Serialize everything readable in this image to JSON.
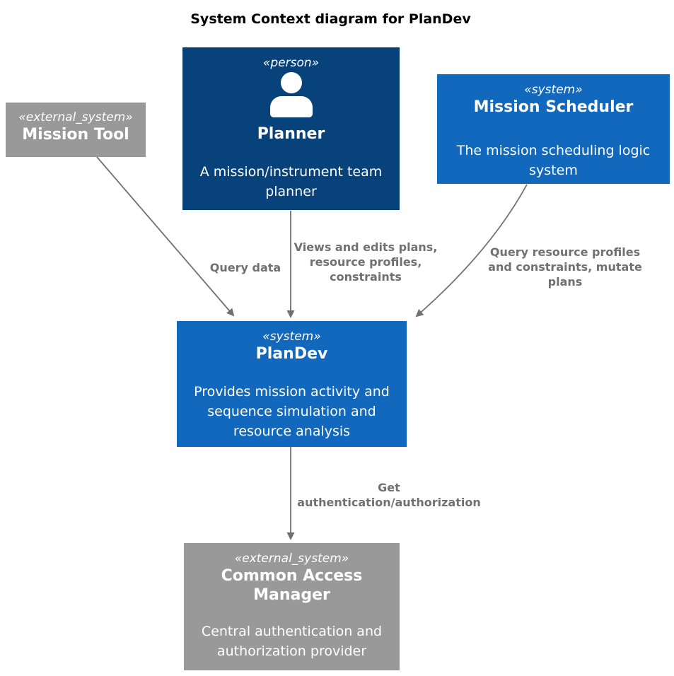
{
  "title": "System Context diagram for PlanDev",
  "colors": {
    "person_box": "#08427B",
    "system_box": "#1168BD",
    "external_system_box": "#999999",
    "edge": "#707070",
    "box_text": "#FFFFFF",
    "title_text": "#000000"
  },
  "boxes": {
    "planner": {
      "stereotype": "«person»",
      "name": "Planner",
      "description": "A mission/instrument team\nplanner"
    },
    "mission_tool": {
      "stereotype": "«external_system»",
      "name": "Mission Tool"
    },
    "mission_scheduler": {
      "stereotype": "«system»",
      "name": "Mission Scheduler",
      "description": "The mission scheduling logic\nsystem"
    },
    "plandev": {
      "stereotype": "«system»",
      "name": "PlanDev",
      "description": "Provides mission activity and\nsequence simulation and\nresource analysis"
    },
    "common_access_manager": {
      "stereotype": "«external_system»",
      "name": "Common Access\nManager",
      "description": "Central authentication and\nauthorization provider"
    }
  },
  "edges": {
    "mission_tool_to_plandev": {
      "label": "Query data"
    },
    "planner_to_plandev": {
      "label": "Views and edits plans,\nresource profiles,\nconstraints"
    },
    "mission_scheduler_to_plandev": {
      "label": "Query resource profiles\nand constraints, mutate\nplans"
    },
    "plandev_to_common_access_manager": {
      "label": "Get\nauthentication/authorization"
    }
  }
}
